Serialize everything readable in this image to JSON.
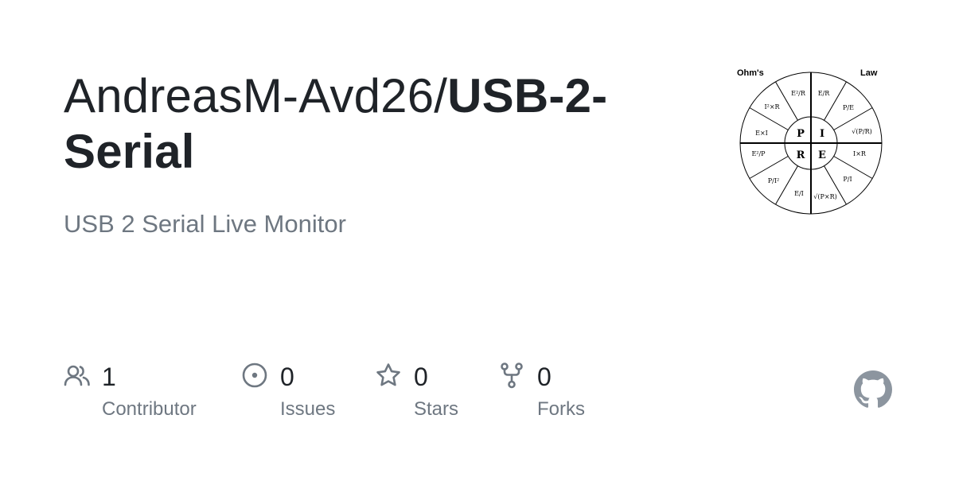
{
  "repo": {
    "owner": "AndreasM-Avd26/",
    "name": "USB-2-Serial",
    "description": "USB 2 Serial Live Monitor"
  },
  "stats": [
    {
      "icon": "people-icon",
      "value": "1",
      "label": "Contributor"
    },
    {
      "icon": "issue-icon",
      "value": "0",
      "label": "Issues"
    },
    {
      "icon": "star-icon",
      "value": "0",
      "label": "Stars"
    },
    {
      "icon": "fork-icon",
      "value": "0",
      "label": "Forks"
    }
  ],
  "avatar": {
    "header_left": "Ohm's",
    "header_right": "Law",
    "center": {
      "tl": "P",
      "tr": "I",
      "bl": "R",
      "br": "E"
    },
    "formulas": [
      "E²/R",
      "E/R",
      "P/E",
      "√(P/R)",
      "I×R",
      "P/I",
      "√(P×R)",
      "E/I",
      "P/I²",
      "E²/P",
      "E×I",
      "I²×R"
    ]
  },
  "colors": {
    "text": "#1f2328",
    "muted": "#6e7781",
    "icon": "#6e7781",
    "github_logo": "#8c959f"
  },
  "brand_icon": "github-mark-icon"
}
